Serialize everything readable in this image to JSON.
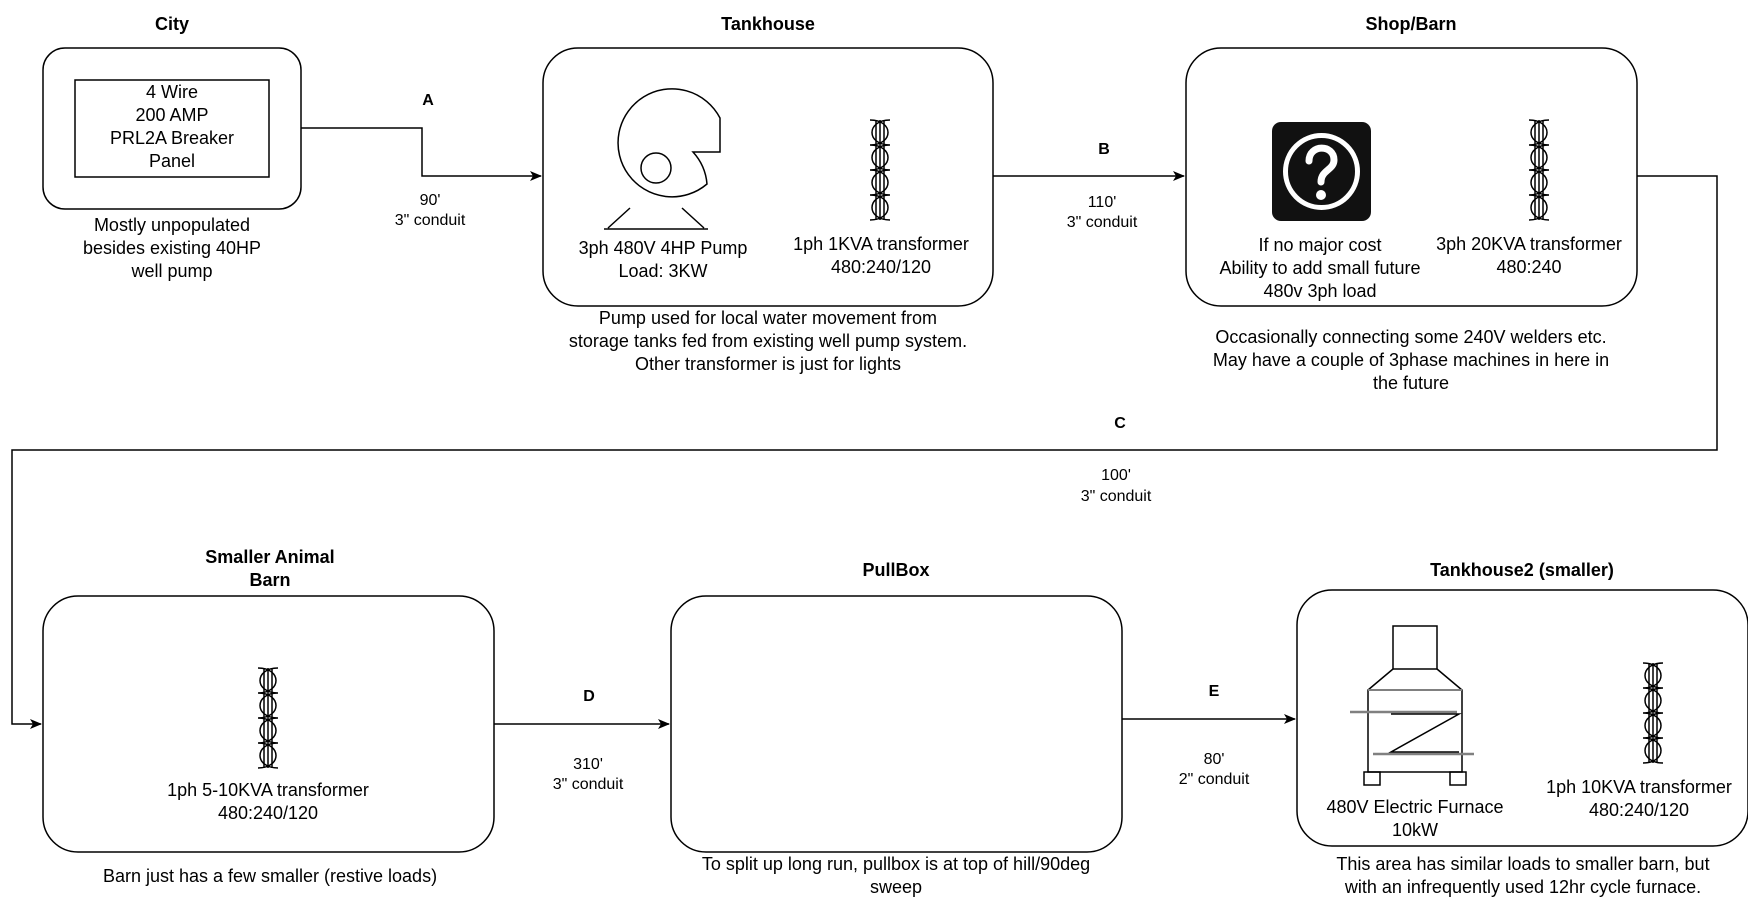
{
  "nodes": {
    "city": {
      "title": "City",
      "panel_lines": [
        "4 Wire",
        "200 AMP",
        "PRL2A Breaker",
        "Panel"
      ],
      "note_lines": [
        "Mostly unpopulated",
        "besides existing 40HP",
        "well pump"
      ]
    },
    "tankhouse": {
      "title": "Tankhouse",
      "pump_lines": [
        "3ph 480V 4HP Pump",
        "Load: 3KW"
      ],
      "transformer_lines": [
        "1ph 1KVA transformer",
        "480:240/120"
      ],
      "note_lines": [
        "Pump used for local water movement from",
        "storage tanks fed from existing well pump system.",
        "Other transformer is just for lights"
      ]
    },
    "shop_barn": {
      "title": "Shop/Barn",
      "unknown_lines": [
        "If no major cost",
        "Ability to add small future",
        "480v 3ph load"
      ],
      "transformer_lines": [
        "3ph 20KVA transformer",
        "480:240"
      ],
      "note_lines": [
        "Occasionally connecting some 240V welders etc.",
        "May have a couple of 3phase machines in here in",
        "the future"
      ]
    },
    "smaller_barn": {
      "title_lines": [
        "Smaller Animal",
        "Barn"
      ],
      "transformer_lines": [
        "1ph 5-10KVA transformer",
        "480:240/120"
      ],
      "note": "Barn just has a few smaller (restive loads)"
    },
    "pullbox": {
      "title": "PullBox",
      "note_lines": [
        "To split up long run, pullbox is at top of hill/90deg",
        "sweep"
      ]
    },
    "tankhouse2": {
      "title": "Tankhouse2 (smaller)",
      "furnace_lines": [
        "480V Electric Furnace",
        "10kW"
      ],
      "transformer_lines": [
        "1ph 10KVA transformer",
        "480:240/120"
      ],
      "note_lines": [
        "This area has similar loads to smaller barn, but",
        "with an infrequently used 12hr cycle furnace."
      ]
    }
  },
  "runs": {
    "A": {
      "label": "A",
      "length": "90'",
      "conduit": "3\" conduit"
    },
    "B": {
      "label": "B",
      "length": "110'",
      "conduit": "3\" conduit"
    },
    "C": {
      "label": "C",
      "length": "100'",
      "conduit": "3\" conduit"
    },
    "D": {
      "label": "D",
      "length": "310'",
      "conduit": "3\" conduit"
    },
    "E": {
      "label": "E",
      "length": "80'",
      "conduit": "2\" conduit"
    }
  },
  "icons": [
    "pump-icon",
    "transformer-icon",
    "question-icon",
    "furnace-icon"
  ],
  "colors": {
    "stroke": "#000000",
    "background": "#ffffff",
    "furnace_accent": "#808080"
  }
}
